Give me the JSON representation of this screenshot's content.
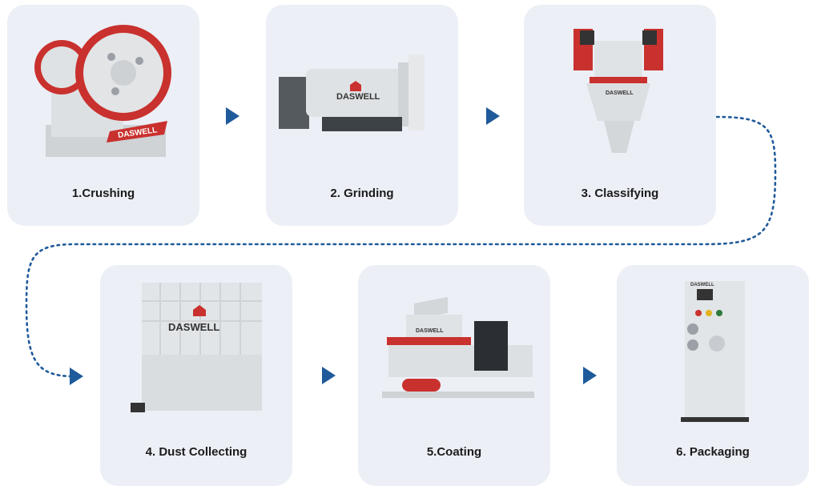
{
  "steps": [
    {
      "label": "1.Crushing",
      "machine": "jaw-crusher",
      "brand": "DASWELL"
    },
    {
      "label": "2. Grinding",
      "machine": "ball-mill",
      "brand": "DASWELL"
    },
    {
      "label": "3. Classifying",
      "machine": "classifier",
      "brand": "DASWELL"
    },
    {
      "label": "4. Dust Collecting",
      "machine": "dust-collector",
      "brand": "DASWELL"
    },
    {
      "label": "5.Coating",
      "machine": "coating-machine",
      "brand": "DASWELL"
    },
    {
      "label": "6. Packaging",
      "machine": "packaging-machine",
      "brand": "DASWELL"
    }
  ],
  "colors": {
    "card": "#eceff6",
    "arrow": "#1f5a9a",
    "accent_red": "#d8322f",
    "machine_gray": "#d9dcdf"
  }
}
